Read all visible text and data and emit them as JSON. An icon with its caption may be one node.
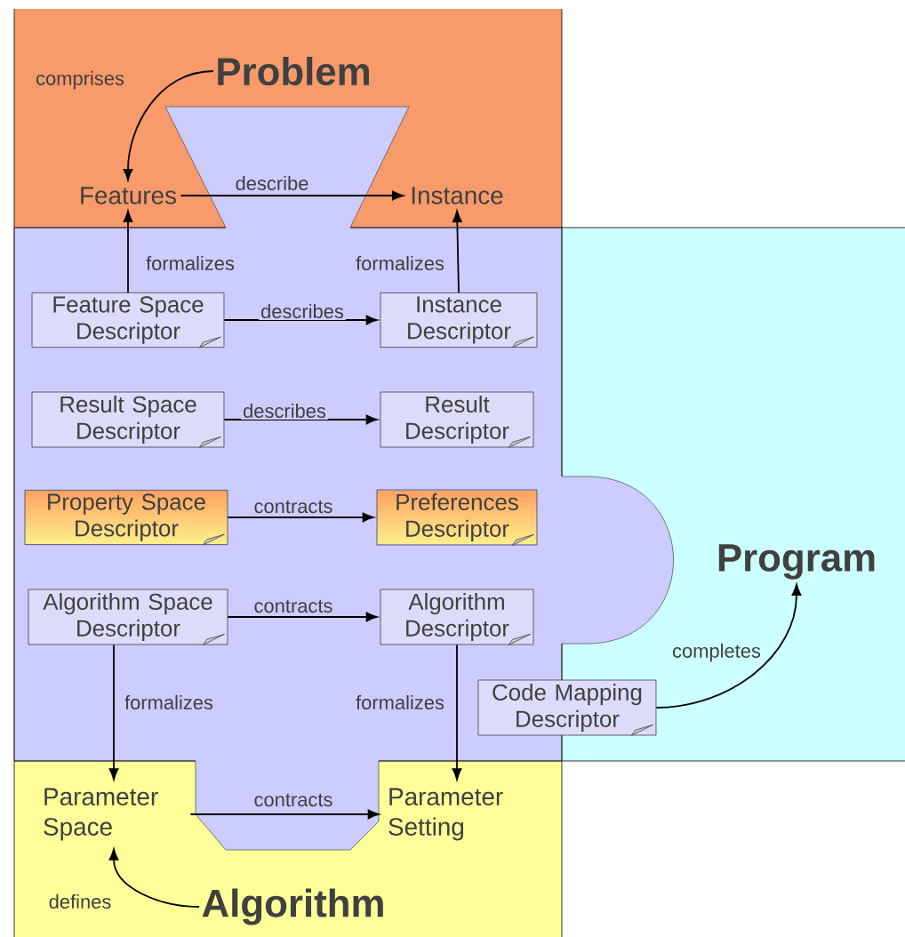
{
  "diagram": {
    "nodes": [
      {
        "text": [
          "Problem"
        ]
      },
      {
        "text": [
          "Features"
        ]
      },
      {
        "text": [
          "Instance"
        ]
      },
      {
        "text": [
          "Feature Space Descriptor"
        ]
      },
      {
        "text": [
          "Instance Descriptor"
        ]
      },
      {
        "text": [
          "Result Space Descriptor"
        ]
      },
      {
        "text": [
          "Result Descriptor"
        ]
      },
      {
        "text": [
          "Property Space Descriptor"
        ]
      },
      {
        "text": [
          "Preferences Descriptor"
        ]
      },
      {
        "text": [
          "Algorithm Space Descriptor"
        ]
      },
      {
        "text": [
          "Algorithm Descriptor"
        ]
      },
      {
        "text": [
          "Code Mapping Descriptor"
        ]
      },
      {
        "text": [
          "Program"
        ]
      },
      {
        "text": [
          "Parameter Space"
        ]
      },
      {
        "text": [
          "Parameter Setting"
        ]
      },
      {
        "text": [
          "Algorithm"
        ]
      }
    ],
    "edges": [
      {
        "from": 0,
        "to": 1,
        "arrow": "to",
        "label": "comprises"
      },
      {
        "from": 1,
        "to": 2,
        "arrow": "to",
        "label": "describe"
      },
      {
        "from": 3,
        "to": 1,
        "arrow": "to",
        "label": "formalizes"
      },
      {
        "from": 4,
        "to": 2,
        "arrow": "to",
        "label": "formalizes"
      },
      {
        "from": 3,
        "to": 4,
        "arrow": "to",
        "label": "describes"
      },
      {
        "from": 5,
        "to": 6,
        "arrow": "to",
        "label": "describes"
      },
      {
        "from": 7,
        "to": 8,
        "arrow": "to",
        "label": "contracts"
      },
      {
        "from": 9,
        "to": 10,
        "arrow": "to",
        "label": "contracts"
      },
      {
        "from": 9,
        "to": 13,
        "arrow": "to",
        "label": "formalizes"
      },
      {
        "from": 10,
        "to": 14,
        "arrow": "to",
        "label": "formalizes"
      },
      {
        "from": 13,
        "to": 14,
        "arrow": "to",
        "label": "contracts"
      },
      {
        "from": 15,
        "to": 13,
        "arrow": "to",
        "label": "defines"
      },
      {
        "from": 11,
        "to": 12,
        "arrow": "to",
        "label": "completes"
      }
    ]
  }
}
